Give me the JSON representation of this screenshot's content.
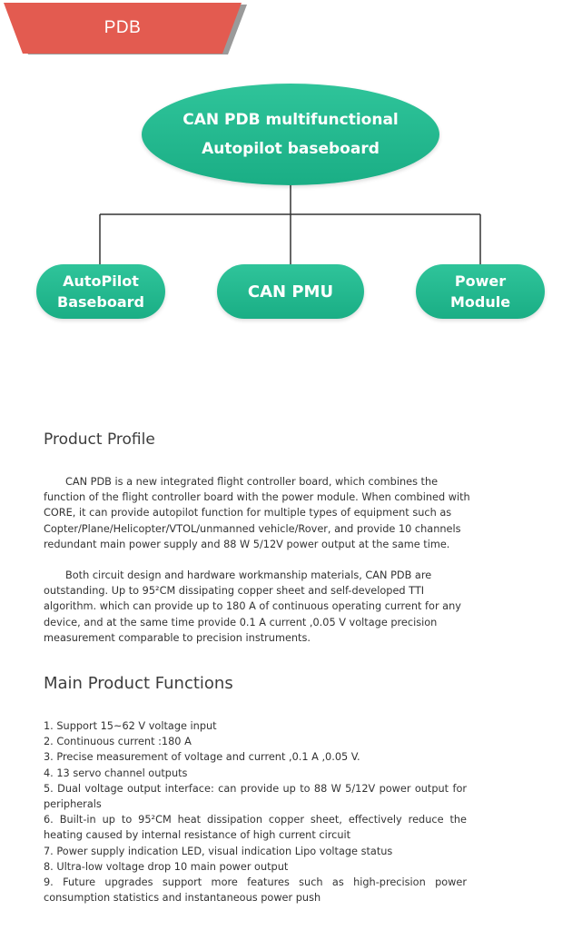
{
  "header": {
    "title": "PDB"
  },
  "diagram": {
    "root": {
      "line1": "CAN PDB multifunctional",
      "line2": "Autopilot baseboard"
    },
    "children": [
      {
        "line1": "AutoPilot",
        "line2": "Baseboard"
      },
      {
        "line1": "CAN PMU",
        "line2": ""
      },
      {
        "line1": "Power",
        "line2": "Module"
      }
    ]
  },
  "product_profile": {
    "heading": "Product Profile",
    "paragraphs": [
      "CAN PDB is a new integrated flight controller board, which combines the function of the flight controller board with the power module. When combined with CORE, it can provide autopilot function for multiple types of equipment such as Copter/Plane/Helicopter/VTOL/unmanned vehicle/Rover, and provide 10 channels redundant main power supply and 88 W 5/12V power output at the same time.",
      "Both circuit design and hardware workmanship materials, CAN PDB are outstanding. Up to 95²CM dissipating copper sheet and self-developed TTI algorithm. which can provide up to 180 A of continuous operating current for any device, and at the same time provide 0.1 A current ,0.05 V voltage precision measurement comparable to precision instruments."
    ]
  },
  "main_functions": {
    "heading": "Main Product Functions",
    "items": [
      "1.  Support 15~62 V voltage input",
      "2.  Continuous current :180 A",
      "3.  Precise measurement of voltage and current ,0.1 A ,0.05 V.",
      "4.  13 servo channel outputs",
      "5.  Dual voltage output interface: can provide up to 88 W 5/12V power output for peripherals",
      "6.  Built-in up to 95²CM heat dissipation copper sheet, effectively reduce the heating caused by internal resistance of high current circuit",
      "7.  Power supply indication LED, visual indication Lipo voltage status",
      "8.  Ultra-low voltage drop 10 main power output",
      "9.  Future upgrades support more features such as high-precision power consumption statistics and instantaneous power push"
    ]
  }
}
